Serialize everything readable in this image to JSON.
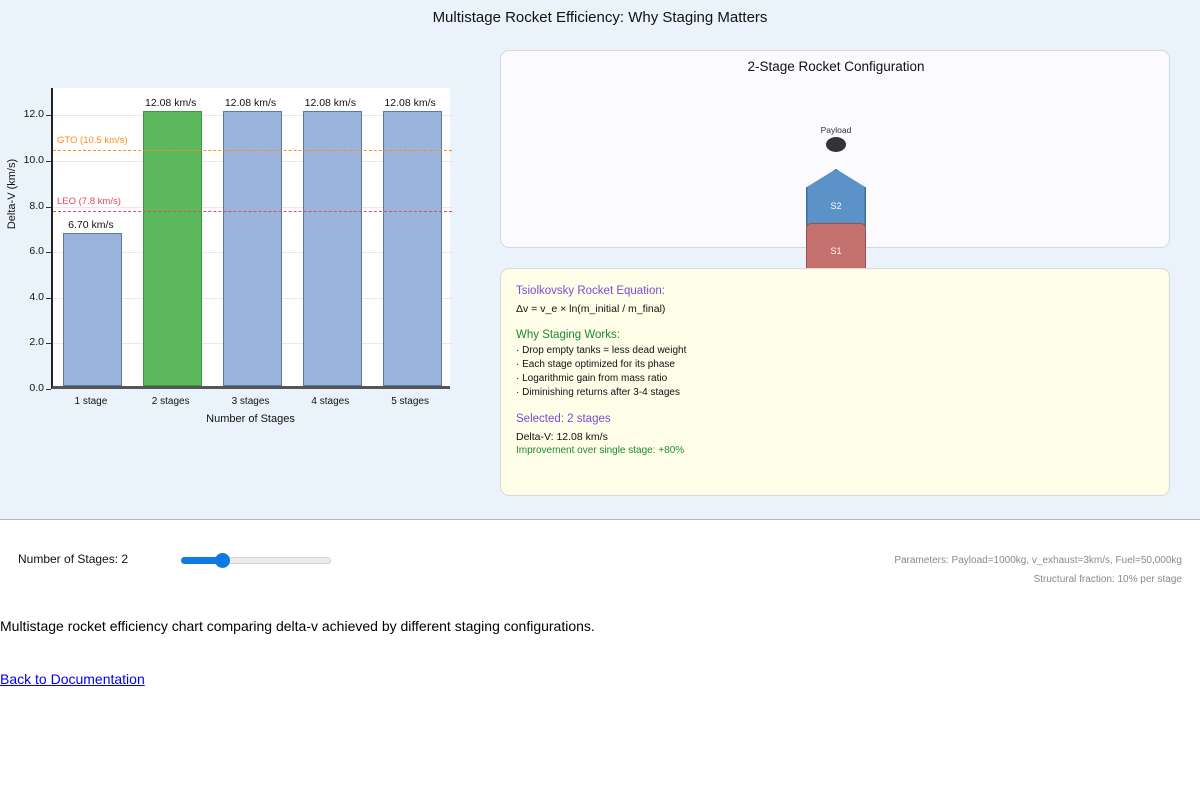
{
  "page": {
    "title": "Multistage Rocket Efficiency: Why Staging Matters",
    "caption": "Multistage rocket efficiency chart comparing delta-v achieved by different staging configurations.",
    "back_link": "Back to Documentation"
  },
  "chart_data": {
    "type": "bar",
    "title": "",
    "xlabel": "Number of Stages",
    "ylabel": "Delta-V (km/s)",
    "categories": [
      "1 stage",
      "2 stages",
      "3 stages",
      "4 stages",
      "5 stages"
    ],
    "values": [
      6.7,
      12.08,
      12.08,
      12.08,
      12.08
    ],
    "value_labels": [
      "6.70 km/s",
      "12.08 km/s",
      "12.08 km/s",
      "12.08 km/s",
      "12.08 km/s"
    ],
    "ylim": [
      0.0,
      13.2
    ],
    "yticks": [
      0.0,
      2.0,
      4.0,
      6.0,
      8.0,
      10.0,
      12.0
    ],
    "ytick_labels": [
      "0.0",
      "2.0",
      "4.0",
      "6.0",
      "8.0",
      "10.0",
      "12.0"
    ],
    "grid": true,
    "legend": "none",
    "highlight_index": 1,
    "bar_color": "#9ab4dc",
    "bar_edge_color": "#5878a8",
    "highlight_color": "#5cb85c",
    "highlight_edge_color": "#3a9a3a",
    "reference_lines": [
      {
        "label": "GTO (10.5 km/s)",
        "value": 10.5,
        "color": "#ff8c1a"
      },
      {
        "label": "LEO (7.8 km/s)",
        "value": 7.8,
        "color": "#e8465a"
      }
    ]
  },
  "rocket": {
    "title": "2-Stage Rocket Configuration",
    "payload_label": "Payload",
    "payload_color": "#333333",
    "stages": [
      {
        "label": "S2",
        "color": "#5b93c8",
        "edge": "#3f6f9e",
        "nose": true
      },
      {
        "label": "S1",
        "color": "#c4706e",
        "edge": "#9e4d4b",
        "nose": false
      }
    ]
  },
  "info": {
    "equation_heading": "Tsiolkovsky Rocket Equation:",
    "equation": "Δv = v_e × ln(m_initial / m_final)",
    "why_heading": "Why Staging Works:",
    "bullets": [
      "· Drop empty tanks = less dead weight",
      "· Each stage optimized for its phase",
      "· Logarithmic gain from mass ratio",
      "· Diminishing returns after 3-4 stages"
    ],
    "selected": "Selected: 2 stages",
    "delta_v": "Delta-V: 12.08 km/s",
    "improvement": "Improvement over single stage: +80%",
    "heading_color": "#7a4fd0",
    "why_color": "#1f8a2f",
    "improvement_color": "#1f8a2f"
  },
  "controls": {
    "stages_label": "Number of Stages: 2",
    "slider": {
      "value": 2,
      "min": 1,
      "max": 5
    },
    "accent_color": "#0d7ae5",
    "params_line1": "Parameters: Payload=1000kg, v_exhaust=3km/s, Fuel=50,000kg",
    "params_line2": "Structural fraction: 10% per stage"
  }
}
